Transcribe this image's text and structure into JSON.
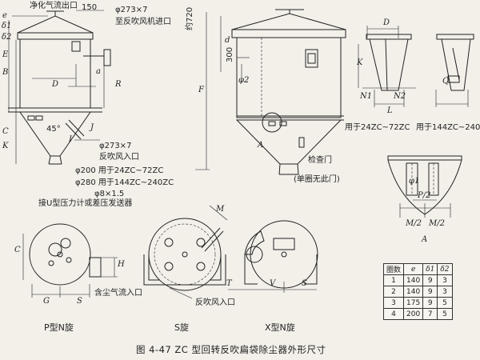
{
  "main_view": {
    "labels": {
      "outlet": "净化气流出口",
      "dim_150": "150",
      "pipe_top": "φ273×7",
      "to_fan": "至反吹风机进口",
      "dim_720": "约720",
      "dim_300": "300",
      "phi2": "φ2",
      "angle45": "45°",
      "pipe_side": "φ273×7",
      "inlet_reverse": "反吹风入口",
      "size_200": "φ200 用于24ZC~72ZC",
      "size_280": "φ280 用于144ZC~240ZC",
      "size_8": "φ8×1.5",
      "pressure": "接U型压力计或差压发送器",
      "inspection": "检查门",
      "no_door": "(单圈无此门)",
      "view_a": "A"
    },
    "dims": [
      "δ1",
      "δ2",
      "e",
      "E",
      "B",
      "D",
      "a",
      "R",
      "C",
      "K",
      "J",
      "I",
      "F",
      "d"
    ]
  },
  "side_views": {
    "left_caption": "用于24ZC~72ZC",
    "right_caption": "用于144ZC~240ZC",
    "dims": [
      "D",
      "K",
      "N1",
      "N2",
      "L",
      "Q"
    ]
  },
  "detail_a": {
    "label": "A",
    "dims": [
      "φ1",
      "P/2",
      "M/2",
      "M/2"
    ]
  },
  "bottom_views": {
    "p_title": "P型N旋",
    "s_title": "S旋",
    "x_title": "X型N旋",
    "dusty_inlet": "含尘气流入口",
    "reverse_inlet": "反吹风入口",
    "dims": [
      "C",
      "G",
      "S",
      "H",
      "M",
      "T",
      "V",
      "S"
    ]
  },
  "table": {
    "headers": [
      "圈数",
      "e",
      "δ1",
      "δ2"
    ],
    "rows": [
      [
        "1",
        "140",
        "9",
        "3"
      ],
      [
        "2",
        "140",
        "9",
        "3"
      ],
      [
        "3",
        "175",
        "9",
        "5"
      ],
      [
        "4",
        "200",
        "7",
        "5"
      ]
    ]
  },
  "caption": "图 4-47   ZC 型回转反吹扁袋除尘器外形尺寸"
}
